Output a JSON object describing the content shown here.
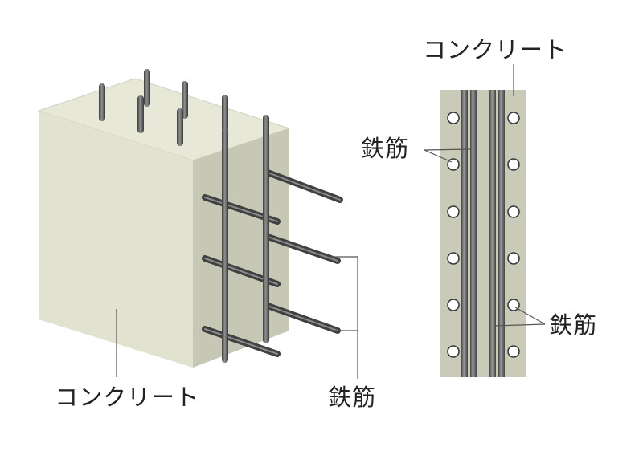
{
  "diagram": {
    "left_figure": {
      "concrete_label": "コンクリート",
      "rebar_label": "鉄筋"
    },
    "right_figure": {
      "concrete_label": "コンクリート",
      "rebar_label_upper": "鉄筋",
      "rebar_label_lower": "鉄筋"
    }
  },
  "colors": {
    "concrete_front": "#e1e2cf",
    "concrete_top": "#e7e8d8",
    "concrete_side": "#c6c7b5",
    "section_fill": "#c9cab8",
    "rebar_dark": "#4b4b4b",
    "rebar_light": "#8a8a8a",
    "leader_line": "#555555"
  }
}
